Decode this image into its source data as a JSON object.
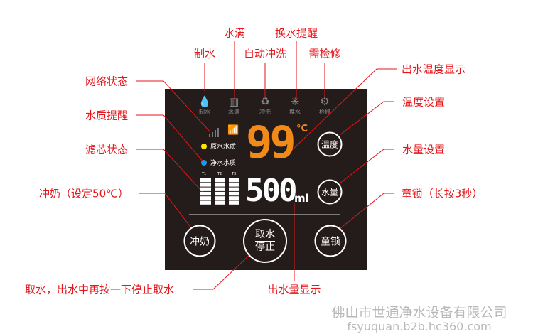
{
  "annotations": {
    "water_full": "水满",
    "change_water": "换水提醒",
    "make_water": "制水",
    "auto_flush": "自动冲洗",
    "maintenance": "需检修",
    "network": "网络状态",
    "quality": "水质提醒",
    "filter": "滤芯状态",
    "milk": "冲奶（设定50℃）",
    "dispense": "取水，出水中再按一下停止取水",
    "volume_display": "出水量显示",
    "temp_display": "出水温度显示",
    "temp_set": "温度设置",
    "volume_set": "水量设置",
    "child_lock": "童锁（长按3秒）"
  },
  "panel": {
    "icons": [
      {
        "name": "make-water",
        "label": "制水",
        "glyph": "💧"
      },
      {
        "name": "water-full",
        "label": "水满",
        "glyph": "▥"
      },
      {
        "name": "flush",
        "label": "冲洗",
        "glyph": "♻"
      },
      {
        "name": "change",
        "label": "换水",
        "glyph": "✳"
      },
      {
        "name": "repair",
        "label": "检修",
        "glyph": "⚙"
      }
    ],
    "raw_quality": "原水水质",
    "pure_quality": "净水水质",
    "filters": [
      "T1",
      "T2",
      "T3"
    ],
    "filter_levels": [
      1,
      1,
      1
    ],
    "temperature": "99",
    "temp_unit": "°C",
    "volume": "500",
    "volume_unit": "ml",
    "btn_temp": "温度",
    "btn_volume": "水量",
    "btn_milk": "冲奶",
    "btn_take": "取水",
    "btn_stop": "停止",
    "btn_lock": "童锁",
    "colors": {
      "accent": "#f28a1a",
      "annotation": "#e6161b",
      "yellow": "#ffe600",
      "blue": "#1a9be6"
    }
  },
  "watermark": {
    "company": "佛山市世通净水设备有限公司",
    "url": "fsyuquan.b2b.hc360.com"
  }
}
